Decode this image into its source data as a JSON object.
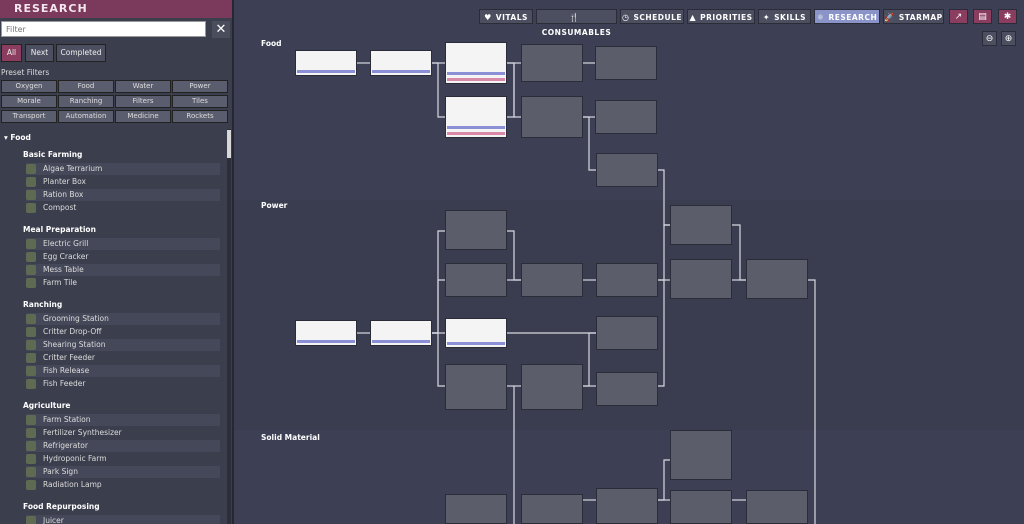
{
  "sidebar": {
    "title": "RESEARCH",
    "filter_placeholder": "Filter",
    "clear_label": "✕",
    "tabs": [
      "All",
      "Next",
      "Completed"
    ],
    "preset_label": "Preset Filters",
    "presets": [
      "Oxygen",
      "Food",
      "Water",
      "Power",
      "Morale",
      "Ranching",
      "Filters",
      "Tiles",
      "Transport",
      "Automation",
      "Medicine",
      "Rockets"
    ],
    "tree": {
      "category": "Food",
      "groups": [
        {
          "name": "Basic Farming",
          "items": [
            "Algae Terrarium",
            "Planter Box",
            "Ration Box",
            "Compost"
          ]
        },
        {
          "name": "Meal Preparation",
          "items": [
            "Electric Grill",
            "Egg Cracker",
            "Mess Table",
            "Farm Tile"
          ]
        },
        {
          "name": "Ranching",
          "items": [
            "Grooming Station",
            "Critter Drop-Off",
            "Shearing Station",
            "Critter Feeder",
            "Fish Release",
            "Fish Feeder"
          ]
        },
        {
          "name": "Agriculture",
          "items": [
            "Farm Station",
            "Fertilizer Synthesizer",
            "Refrigerator",
            "Hydroponic Farm",
            "Park Sign",
            "Radiation Lamp"
          ]
        },
        {
          "name": "Food Repurposing",
          "items": [
            "Juicer"
          ]
        }
      ]
    }
  },
  "toolbar": {
    "buttons": [
      {
        "label": "VITALS",
        "icon": "♥"
      },
      {
        "label": "CONSUMABLES",
        "icon": "🍴"
      },
      {
        "label": "SCHEDULE",
        "icon": "◷"
      },
      {
        "label": "PRIORITIES",
        "icon": "▲"
      },
      {
        "label": "SKILLS",
        "icon": "✦"
      },
      {
        "label": "RESEARCH",
        "icon": "⚛"
      },
      {
        "label": "STARMAP",
        "icon": "🚀"
      }
    ],
    "active": "RESEARCH"
  },
  "main": {
    "categories": [
      "Food",
      "Power",
      "Solid Material"
    ]
  },
  "colors": {
    "sidebar_title": "#7b3a5c",
    "active_tab": "#8a94c8",
    "band": "#3d4055"
  }
}
